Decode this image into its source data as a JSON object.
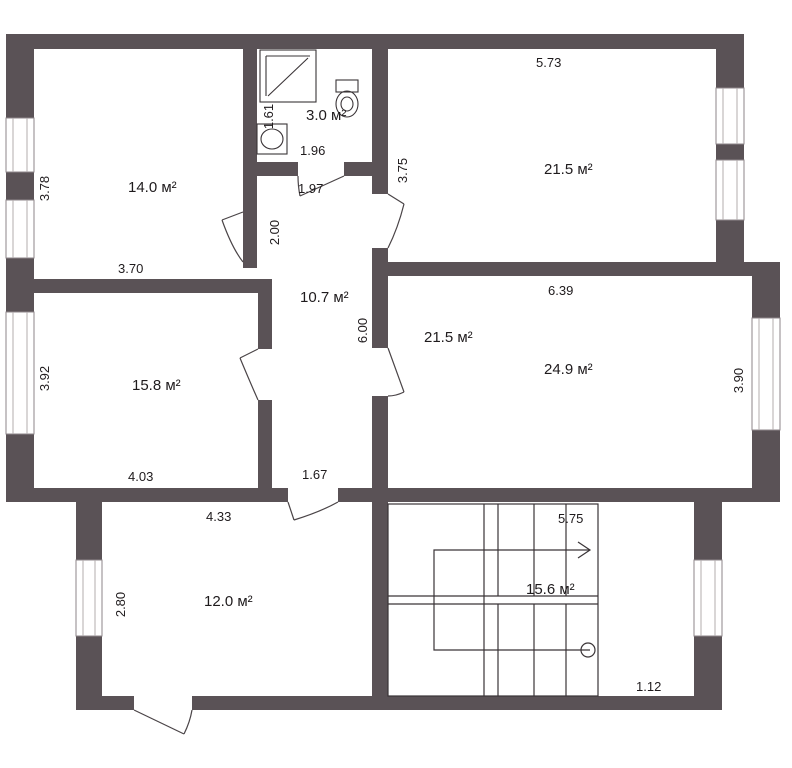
{
  "rooms": [
    {
      "id": "room-nw",
      "area": "14.0 м²"
    },
    {
      "id": "bathroom",
      "area": "3.0 м²"
    },
    {
      "id": "room-ne",
      "area": "21.5 м²"
    },
    {
      "id": "corridor",
      "area": "10.7 м²"
    },
    {
      "id": "room-w",
      "area": "15.8 м²"
    },
    {
      "id": "room-e",
      "area": "24.9 м²",
      "second_area": "21.5 м²"
    },
    {
      "id": "room-sw",
      "area": "12.0 м²"
    },
    {
      "id": "stair-hall",
      "area": "15.6 м²"
    }
  ],
  "dimensions": {
    "nw_height": "3.78",
    "nw_width": "3.70",
    "bath_height": "1.61",
    "bath_width": "1.96",
    "corridor_top": "1.97",
    "corridor_upper": "2.00",
    "corridor_length": "6.00",
    "corridor_bottom": "1.67",
    "ne_width": "5.73",
    "ne_height": "3.75",
    "e_width": "6.39",
    "e_height": "3.90",
    "w_height": "3.92",
    "w_width": "4.03",
    "sw_width": "4.33",
    "sw_height": "2.80",
    "stair_width": "5.75",
    "stair_small": "1.12"
  }
}
